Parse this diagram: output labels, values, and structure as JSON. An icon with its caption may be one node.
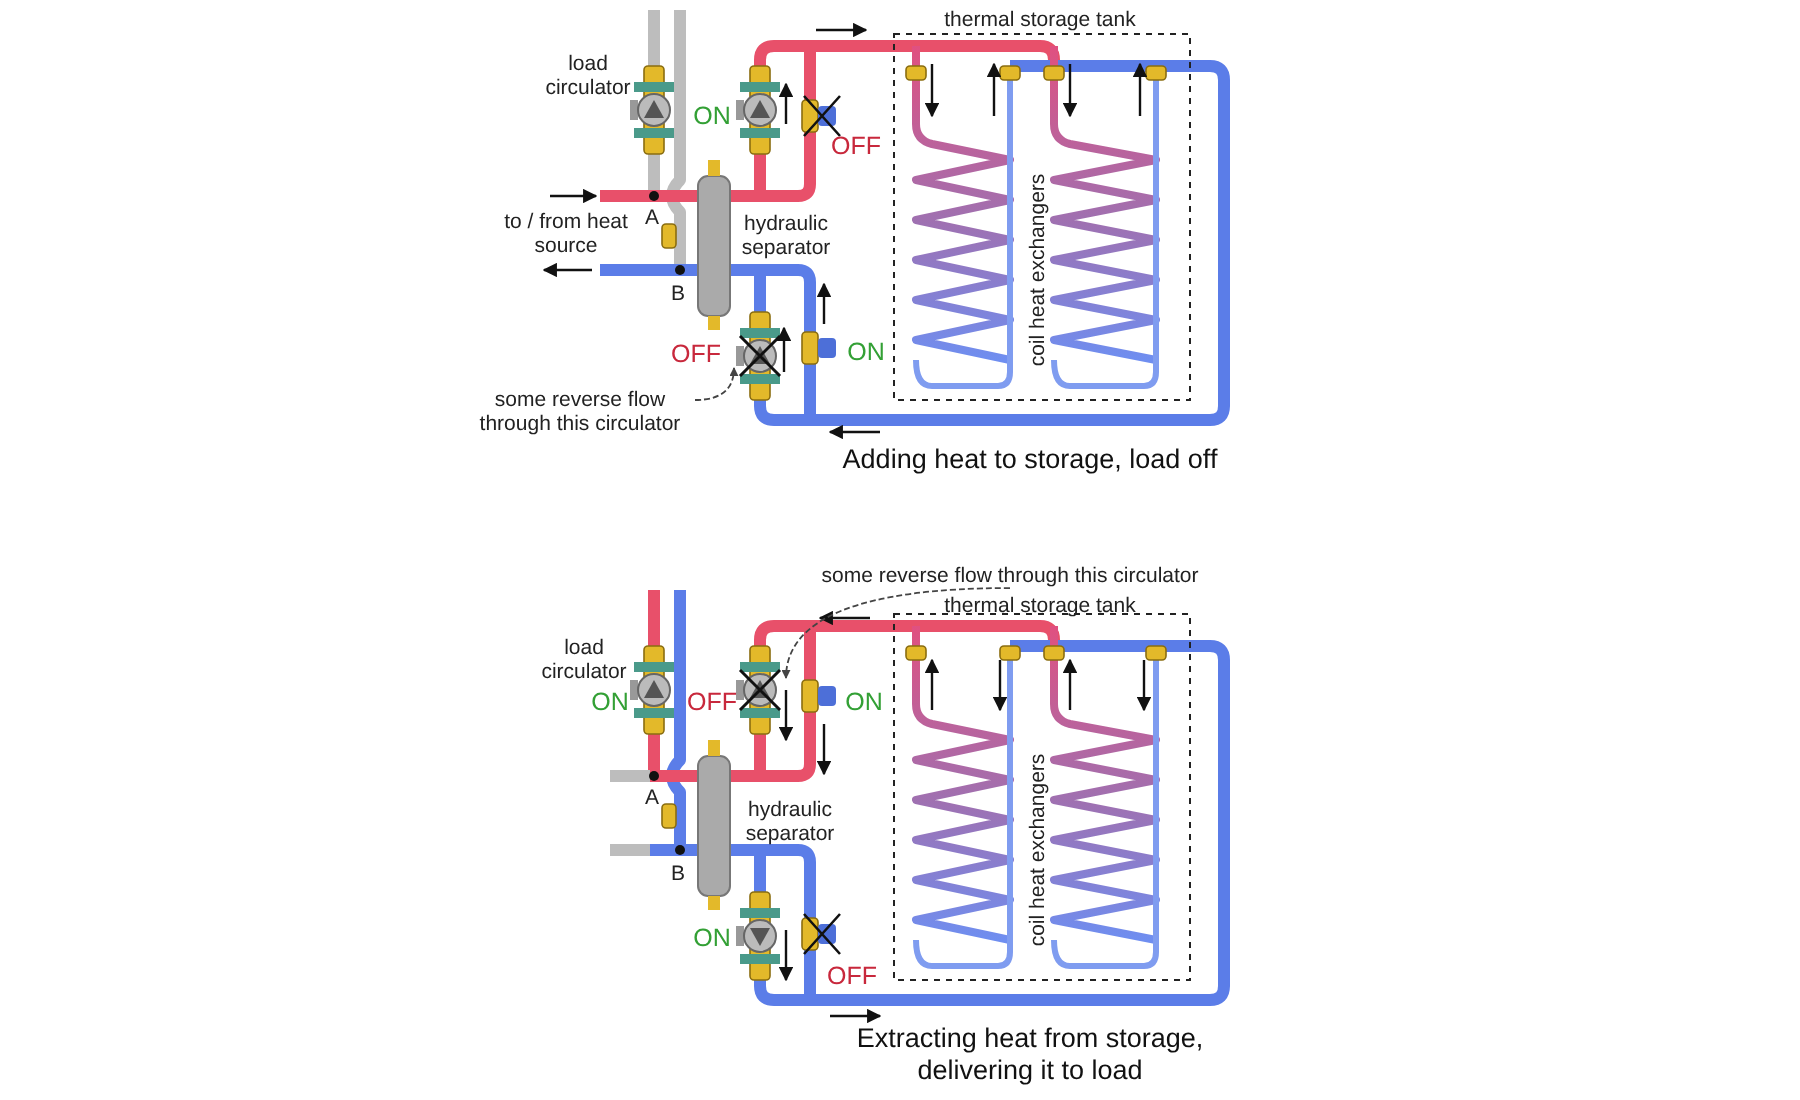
{
  "diagram": {
    "nodes": [
      {
        "text": [
          "some reverse flow through this circulator"
        ]
      },
      {
        "text": [],
        "shape": "pump"
      },
      {
        "text": [
          "some reverse flow through this circulator"
        ]
      },
      {
        "text": [],
        "shape": "pump"
      }
    ],
    "edges": [
      {
        "from": 0,
        "to": 1,
        "arrow": "to"
      },
      {
        "from": 2,
        "to": 3,
        "arrow": "to"
      }
    ],
    "labels": [
      "thermal storage tank",
      "load circulator",
      "ON",
      "OFF",
      "A",
      "to / from heat source",
      "hydraulic separator",
      "B",
      "OFF",
      "ON",
      "coil heat exchangers",
      "Adding heat to storage, load off",
      "thermal storage tank",
      "load circulator",
      "ON",
      "OFF",
      "ON",
      "A",
      "hydraulic separator",
      "B",
      "coil heat exchangers",
      "ON",
      "OFF",
      "Extracting heat from storage, delivering it to load"
    ]
  }
}
